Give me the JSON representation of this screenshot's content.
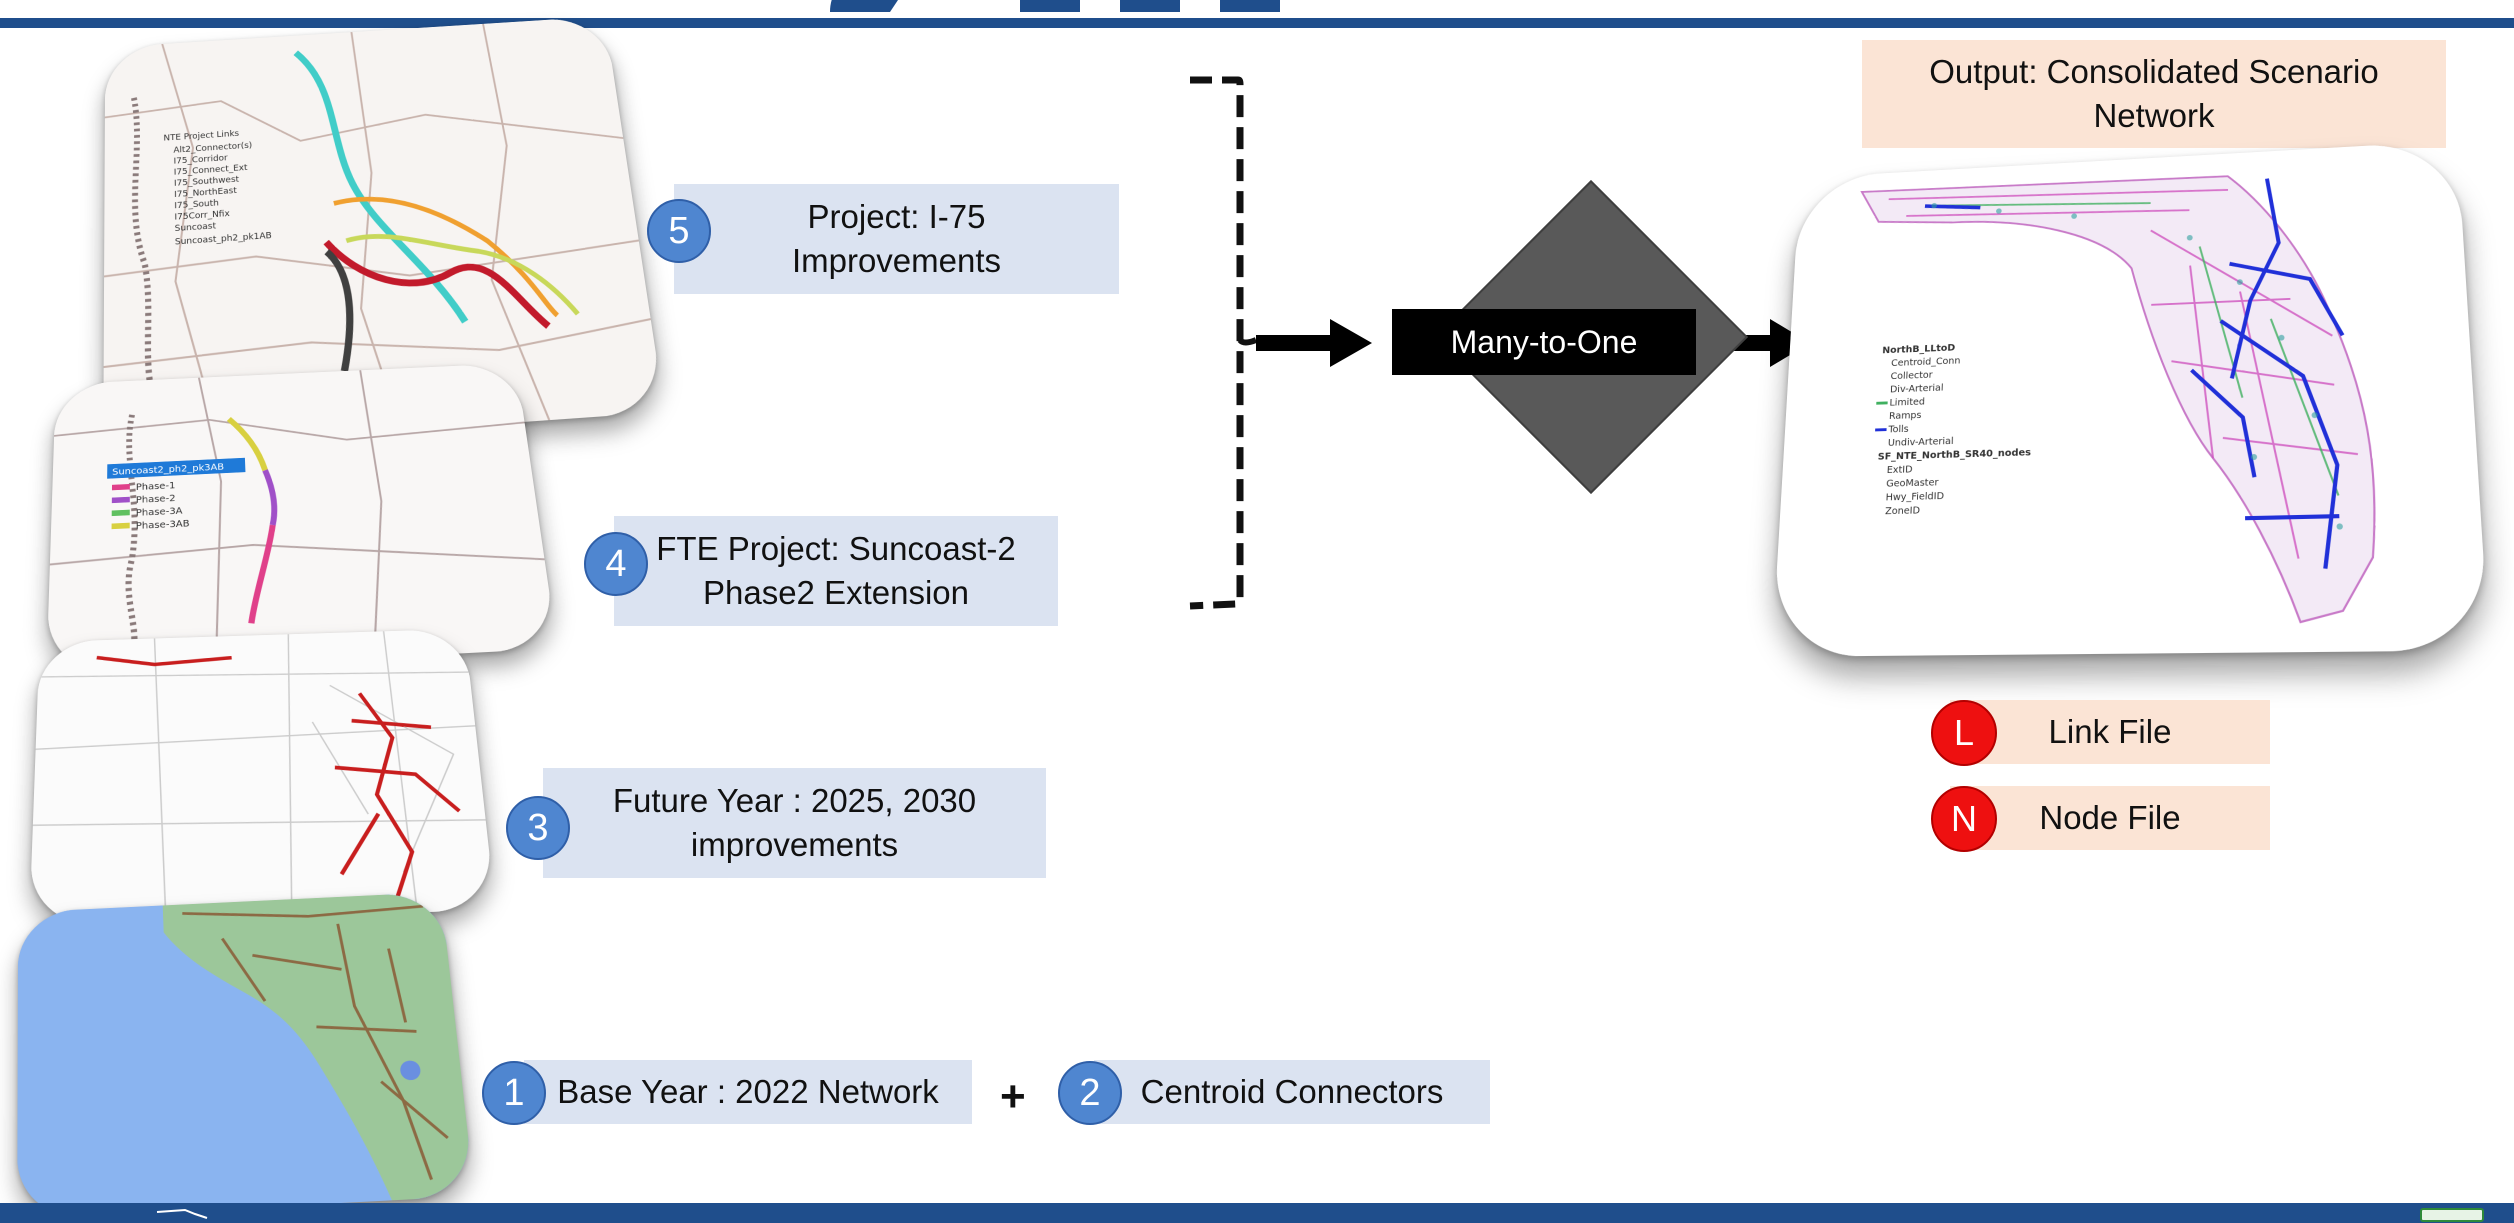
{
  "layers": [
    {
      "number": "1",
      "label": "Base Year : 2022 Network"
    },
    {
      "number": "2",
      "label": "Centroid Connectors"
    },
    {
      "number": "3",
      "label_line1": "Future Year : 2025, 2030",
      "label_line2": "improvements"
    },
    {
      "number": "4",
      "label_line1": "FTE Project: Suncoast-2",
      "label_line2": "Phase2 Extension"
    },
    {
      "number": "5",
      "label_line1": "Project: I-75",
      "label_line2": "Improvements"
    }
  ],
  "plus_sign": "+",
  "process_label": "Many-to-One",
  "output": {
    "title_line1": "Output: Consolidated Scenario",
    "title_line2": "Network"
  },
  "files": [
    {
      "letter": "L",
      "label": "Link File"
    },
    {
      "letter": "N",
      "label": "Node File"
    }
  ],
  "map5_legend": {
    "title": "NTE Project Links",
    "items": [
      "Alt2_Connector(s)",
      "I75_Corridor",
      "I75_Connect_Ext",
      "I75_Southwest",
      "I75_NorthEast",
      "I75_South",
      "I75Corr_Nfix",
      "Suncoast",
      "Suncoast_ph2_pk1AB"
    ]
  },
  "map4_legend": {
    "title": "Suncoast2_ph2_pk3AB",
    "items": [
      "Phase-1",
      "Phase-2",
      "Phase-3A",
      "Phase-3AB"
    ]
  },
  "output_legend": {
    "title": "NorthB_LLtoD",
    "items": [
      "Centroid_Conn",
      "Collector",
      "Div-Arterial",
      "Limited",
      "Ramps",
      "Tolls",
      "Undiv-Arterial"
    ],
    "nodes_title": "SF_NTE_NorthB_SR40_nodes",
    "node_items": [
      "ExtID",
      "GeoMaster",
      "Hwy_FieldID",
      "ZoneID"
    ]
  },
  "colors": {
    "band": "#1f4e8c",
    "label_fill": "#dbe3f1",
    "number_circle": "#4f86d0",
    "output_fill": "#fbe4d5",
    "file_circle": "#ee1010",
    "diamond": "#595959"
  }
}
